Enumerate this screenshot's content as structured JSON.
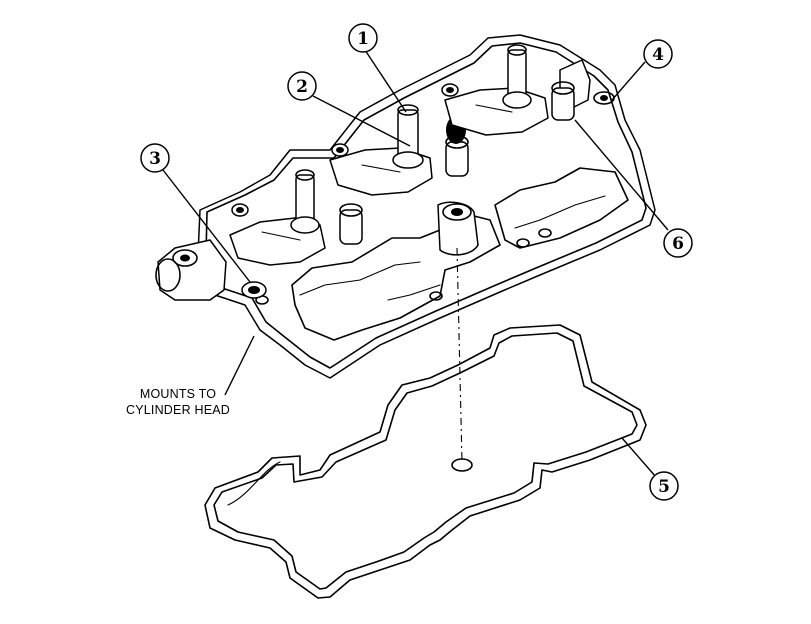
{
  "callouts": [
    {
      "id": "1",
      "label": "1"
    },
    {
      "id": "2",
      "label": "2"
    },
    {
      "id": "3",
      "label": "3"
    },
    {
      "id": "4",
      "label": "4"
    },
    {
      "id": "5",
      "label": "5"
    },
    {
      "id": "6",
      "label": "6"
    }
  ],
  "note": {
    "line1": "MOUNTS TO",
    "line2": "CYLINDER HEAD"
  },
  "colors": {
    "ink": "#000000",
    "background": "#ffffff"
  }
}
